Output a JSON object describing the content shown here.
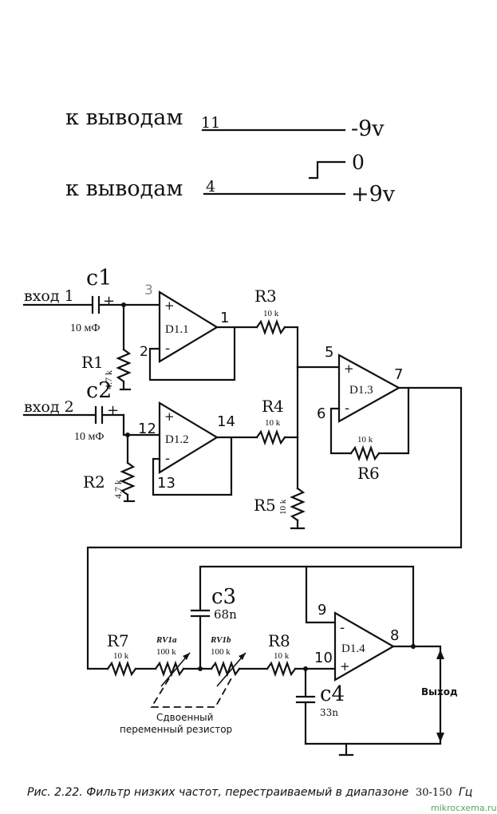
{
  "power": {
    "row1_label": "к выводам",
    "row1_pin": "11",
    "row1_voltage": "-9v",
    "ground_label": "0",
    "row2_label": "к выводам",
    "row2_pin": "4",
    "row2_voltage": "+9v"
  },
  "inputs": {
    "in1_label": "вход 1",
    "in2_label": "вход 2",
    "c1_name": "c1",
    "c1_value": "10 мФ",
    "c2_name": "c2",
    "c2_value": "10 мФ",
    "plus": "+",
    "r1_name": "R1",
    "r1_value": "4.7 k",
    "r2_name": "R2",
    "r2_value": "4.7 k"
  },
  "opamps": {
    "d11": "D1.1",
    "d12": "D1.2",
    "d13": "D1.3",
    "d14": "D1.4",
    "plus": "+",
    "minus": "-"
  },
  "pins": {
    "p3": "3",
    "p2": "2",
    "p1": "1",
    "p12": "12",
    "p13": "13",
    "p14": "14",
    "p5": "5",
    "p6": "6",
    "p7": "7",
    "p9": "9",
    "p10": "10",
    "p8": "8"
  },
  "resistors": {
    "r3_name": "R3",
    "r3_value": "10 k",
    "r4_name": "R4",
    "r4_value": "10 k",
    "r5_name": "R5",
    "r5_value": "10 k",
    "r6_name": "R6",
    "r6_value": "10 k",
    "r7_name": "R7",
    "r7_value": "10 k",
    "rv1a_name": "RV1a",
    "rv1a_value": "100 k",
    "rv1b_name": "RV1b",
    "rv1b_value": "100 k",
    "r8_name": "R8",
    "r8_value": "10 k"
  },
  "capacitors": {
    "c3_name": "c3",
    "c3_value": "68n",
    "c4_name": "c4",
    "c4_value": "33n"
  },
  "labels": {
    "output": "Выход",
    "dual_pot_line1": "Сдвоенный",
    "dual_pot_line2": "переменный резистор"
  },
  "caption": {
    "text": "Рис. 2.22. Фильтр низких частот, перестраиваемый в диапазоне",
    "range": "30-150",
    "unit": "Гц"
  },
  "watermark": "mikrocxema.ru"
}
